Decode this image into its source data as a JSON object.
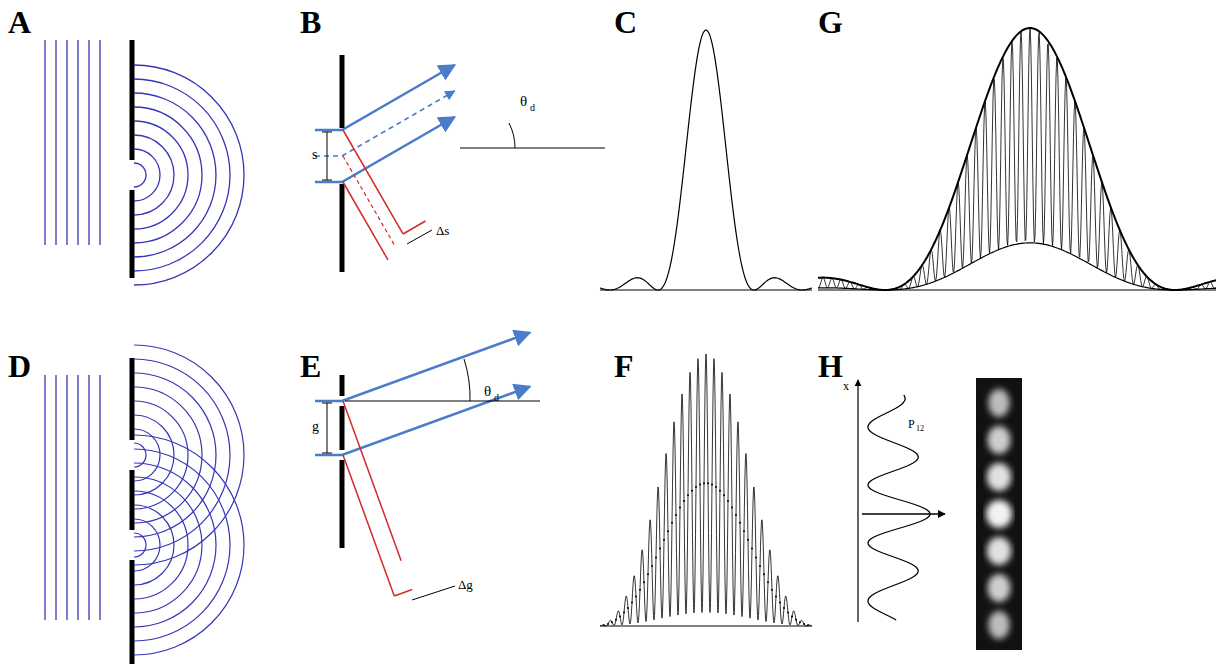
{
  "diagram": {
    "labels": [
      "A",
      "B",
      "C",
      "G",
      "s",
      "θ",
      "d",
      "Δs",
      "D",
      "E",
      "F",
      "H",
      "g",
      "θ",
      "d",
      "Δg",
      "x",
      "P",
      "12"
    ]
  }
}
